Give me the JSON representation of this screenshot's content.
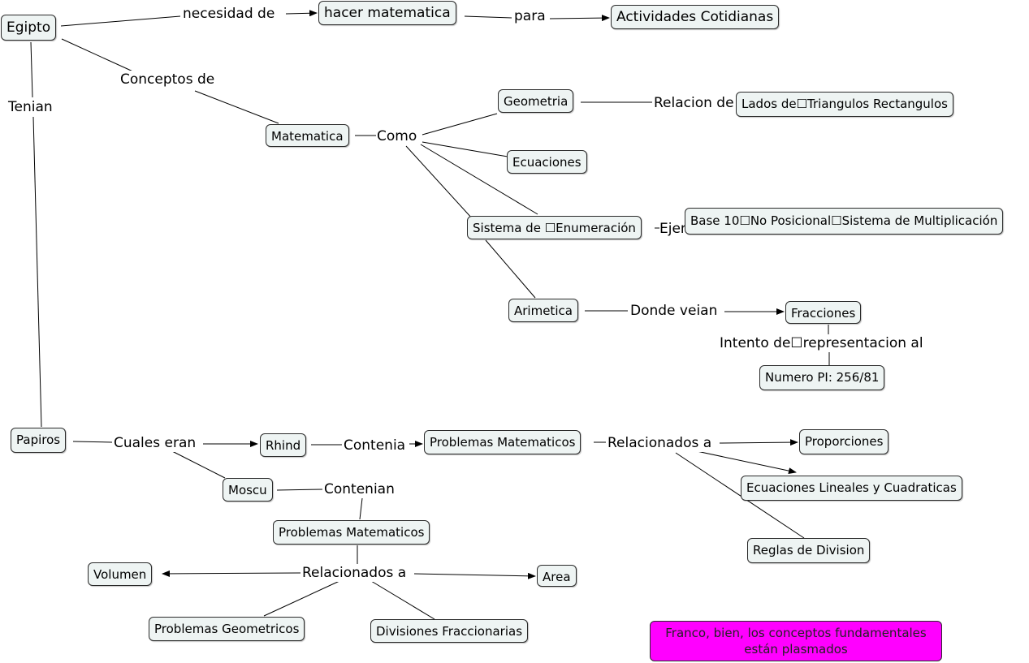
{
  "concept_map": {
    "nodes": {
      "egipto": "Egipto",
      "hacer_matematica": "hacer matematica",
      "actividades": "Actividades Cotidianas",
      "matematica": "Matematica",
      "geometria": "Geometria",
      "lados": "Lados de☐Triangulos Rectangulos",
      "ecuaciones": "Ecuaciones",
      "sistema": "Sistema de ☐Enumeración",
      "base10": "Base 10☐No Posicional☐Sistema de Multiplicación",
      "arimetica": "Arimetica",
      "fracciones": "Fracciones",
      "numero_pi": "Numero PI: 256/81",
      "papiros": "Papiros",
      "rhind": "Rhind",
      "problemas_1": "Problemas Matematicos",
      "proporciones": "Proporciones",
      "ecuaciones_lineales": "Ecuaciones Lineales y Cuadraticas",
      "reglas": "Reglas de Division",
      "moscu": "Moscu",
      "problemas_2": "Problemas Matematicos",
      "volumen": "Volumen",
      "area": "Area",
      "problemas_geo": "Problemas Geometricos",
      "divisiones": "Divisiones Fraccionarias"
    },
    "links": {
      "necesidad_de": "necesidad de",
      "para": "para",
      "conceptos_de": "Conceptos de",
      "tenian": "Tenian",
      "como": "Como",
      "relacion_de": "Relacion de",
      "ejemplo": "Ejemplo",
      "donde_veian": "Donde veian",
      "intento": "Intento de☐representacion al",
      "cuales_eran": "Cuales eran",
      "contenia": "Contenia",
      "relacionados_1": "Relacionados a",
      "contenian": "Contenian",
      "relacionados_2": "Relacionados a"
    },
    "comment": "Franco, bien, los conceptos fundamentales están plasmados"
  },
  "colors": {
    "node_fill": "#eef4f3",
    "node_border": "#2a2a2a",
    "comment_fill": "#ff00ff",
    "line": "#000000"
  }
}
